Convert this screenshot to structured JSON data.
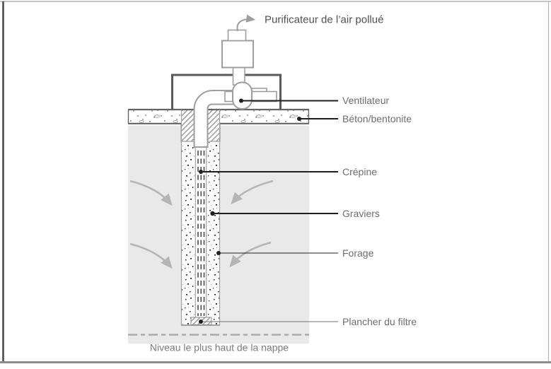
{
  "diagram": {
    "top_label": "Purificateur de l’air pollué",
    "labels": {
      "ventilateur": "Ventilateur",
      "beton_bentonite": "Béton/bentonite",
      "crepine": "Crépine",
      "graviers": "Graviers",
      "forage": "Forage",
      "plancher_du_filtre": "Plancher du filtre"
    },
    "water_table_label": "Niveau le plus haut de la nappe"
  },
  "colors": {
    "soil": "#e9e9e9",
    "frame": "#5a5a5a",
    "pipe-outline": "#9e9e9e",
    "ground-line": "#646464",
    "leader": "#1f1f1f",
    "leader-light": "#8c8c8c",
    "label-text": "#6e6e6e",
    "top-text": "#505050",
    "muted-text": "#7d7d7d",
    "flow-arrow": "#b5b5b5",
    "hatch-line": "#8f8f8f",
    "dashed-water": "#ababab",
    "screen-dash": "#4a4a4a",
    "border-light": "#b3b3b3",
    "border-dark": "#474747",
    "border-bottom": "#8f8f8f"
  }
}
